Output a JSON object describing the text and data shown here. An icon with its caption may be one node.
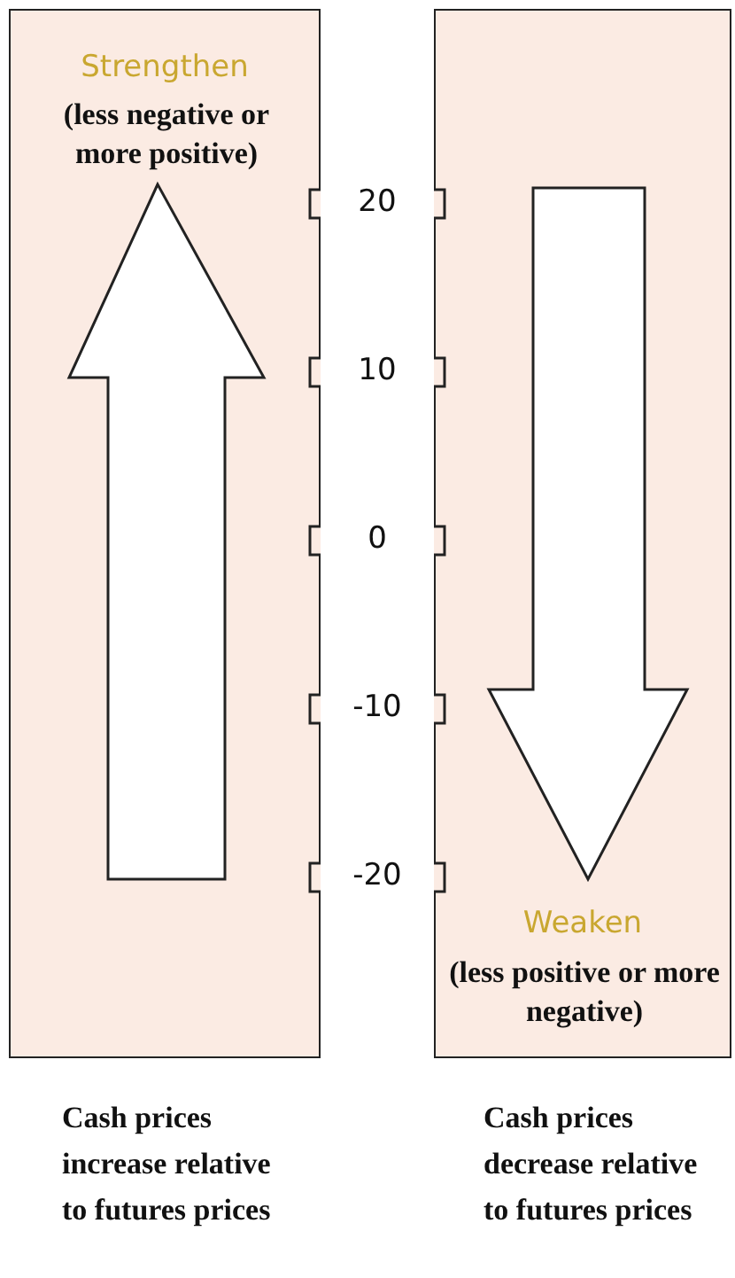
{
  "diagram": {
    "nodes": [
      {
        "text": [
          "Strengthen",
          "(less negative or more positive)"
        ]
      },
      {
        "text": [
          "Weaken",
          "(less positive or more negative)"
        ]
      }
    ],
    "labels": [
      "20",
      "10",
      "0",
      "-10",
      "-20",
      "Cash prices increase relative to futures prices",
      "Cash prices decrease relative to futures prices"
    ]
  }
}
